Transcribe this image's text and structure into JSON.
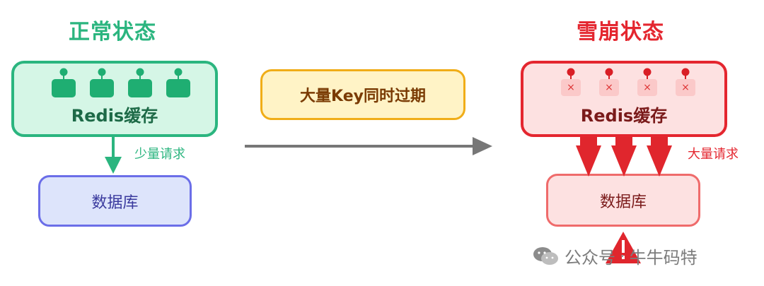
{
  "normal": {
    "title": "正常状态",
    "cache_label": "Redis缓存",
    "request_label": "少量请求",
    "db_label": "数据库"
  },
  "avalanche": {
    "title": "雪崩状态",
    "cache_label": "Redis缓存",
    "request_label": "大量请求",
    "db_label": "数据库",
    "key_marks": [
      "×",
      "×",
      "×",
      "×"
    ]
  },
  "event": {
    "label": "大量Key同时过期"
  },
  "watermark": {
    "account_type": "公众号",
    "separator": "·",
    "account_name": "牛牛码特"
  },
  "colors": {
    "green": "#2bb57f",
    "red": "#e4262f",
    "yellow_border": "#f0ad18",
    "purple_border": "#6b6ee8",
    "gray_arrow": "#777777"
  }
}
